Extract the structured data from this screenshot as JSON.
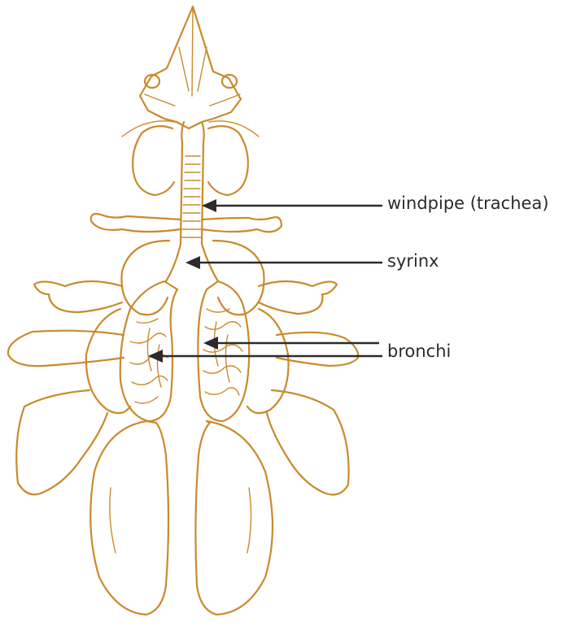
{
  "colors": {
    "outline": "#c98a2c",
    "arrow": "#2b2b2b",
    "label_text": "#2b2b2b",
    "background": "#ffffff"
  },
  "labels": {
    "windpipe": "windpipe (trachea)",
    "syrinx": "syrinx",
    "bronchi": "bronchi"
  }
}
